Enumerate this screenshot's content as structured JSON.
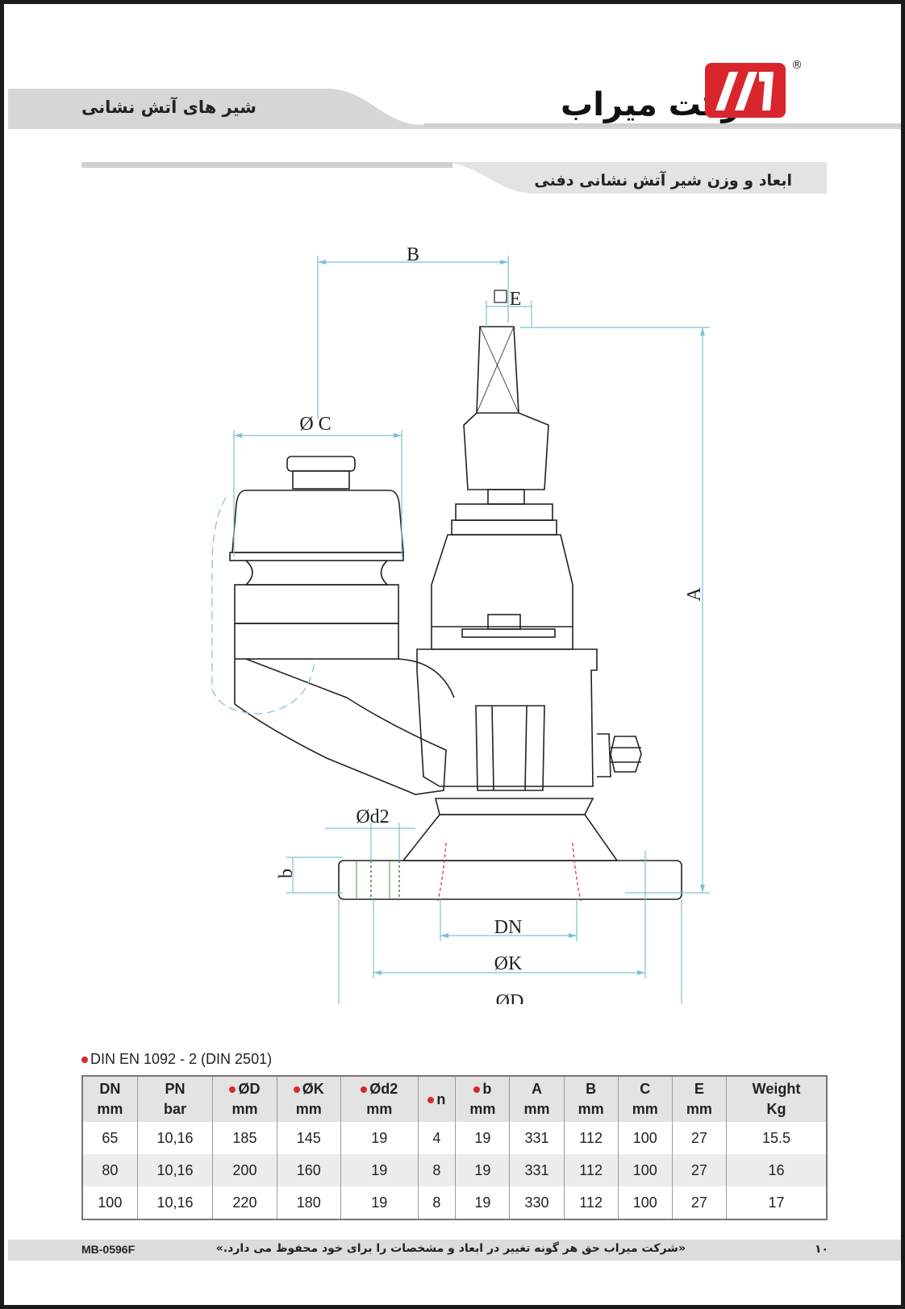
{
  "header": {
    "title": "شیر های آتش نشانی",
    "brand_name": "شرکت میراب",
    "logo_text": "MR",
    "registered_mark": "®"
  },
  "section": {
    "title": "ابعاد و وزن شیر آتش نشانی دفنی"
  },
  "drawing": {
    "labels": {
      "B": "B",
      "E": "E",
      "C": "Ø C",
      "A": "A",
      "d2": "Ød2",
      "b": "b",
      "DN": "DN",
      "K": "ØK",
      "D": "ØD"
    }
  },
  "standard_note": "DIN EN 1092 - 2 (DIN 2501)",
  "table": {
    "headers": [
      {
        "name": "DN",
        "unit": "mm",
        "marked": false
      },
      {
        "name": "PN",
        "unit": "bar",
        "marked": false
      },
      {
        "name": "ØD",
        "unit": "mm",
        "marked": true
      },
      {
        "name": "ØK",
        "unit": "mm",
        "marked": true
      },
      {
        "name": "Ød2",
        "unit": "mm",
        "marked": true
      },
      {
        "name": "n",
        "unit": "",
        "marked": true
      },
      {
        "name": "b",
        "unit": "mm",
        "marked": true
      },
      {
        "name": "A",
        "unit": "mm",
        "marked": false
      },
      {
        "name": "B",
        "unit": "mm",
        "marked": false
      },
      {
        "name": "C",
        "unit": "mm",
        "marked": false
      },
      {
        "name": "E",
        "unit": "mm",
        "marked": false
      },
      {
        "name": "Weight",
        "unit": "Kg",
        "marked": false
      }
    ],
    "rows": [
      [
        "65",
        "10,16",
        "185",
        "145",
        "19",
        "4",
        "19",
        "331",
        "112",
        "100",
        "27",
        "15.5"
      ],
      [
        "80",
        "10,16",
        "200",
        "160",
        "19",
        "8",
        "19",
        "331",
        "112",
        "100",
        "27",
        "16"
      ],
      [
        "100",
        "10,16",
        "220",
        "180",
        "19",
        "8",
        "19",
        "330",
        "112",
        "100",
        "27",
        "17"
      ]
    ]
  },
  "footer": {
    "code": "MB-0596F",
    "note": "«شرکت میراب حق هر گونه تغییر در ابعاد و مشخصات را برای خود محفوظ می دارد.»",
    "page_number": "۱۰"
  },
  "colors": {
    "header_band": "#d6d6d6",
    "logo_red": "#d8262c",
    "dimension_line": "#7cc0d6",
    "bullet_red": "#d62b2b",
    "thread_green": "#3b9b3b"
  }
}
